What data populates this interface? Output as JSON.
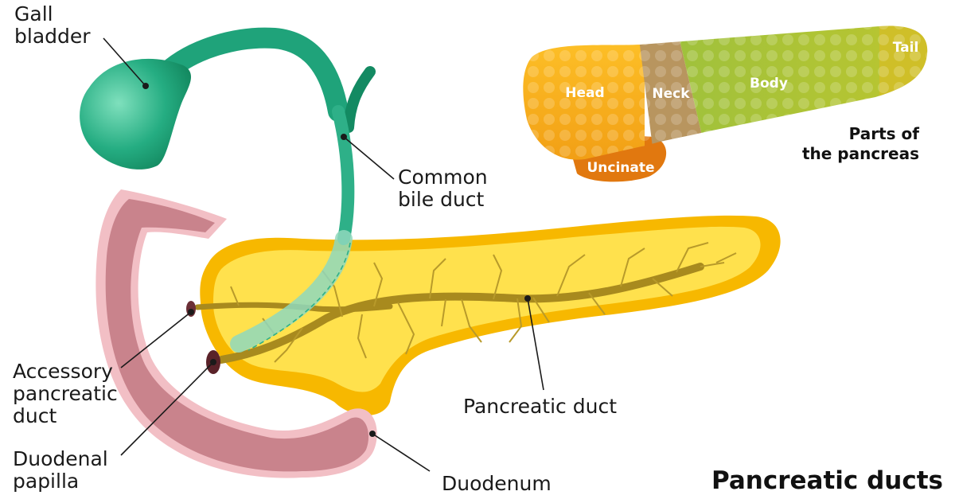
{
  "labels": {
    "gall_bladder": [
      "Gall",
      "bladder"
    ],
    "common_bile_duct": [
      "Common",
      "bile duct"
    ],
    "accessory_pancreatic_duct": [
      "Accessory",
      "pancreatic",
      "duct"
    ],
    "duodenal_papilla": [
      "Duodenal",
      "papilla"
    ],
    "pancreatic_duct": "Pancreatic duct",
    "duodenum": "Duodenum"
  },
  "parts_inset": {
    "heading": [
      "Parts of",
      "the pancreas"
    ],
    "head": "Head",
    "neck": "Neck",
    "body": "Body",
    "tail": "Tail",
    "uncinate": "Uncinate"
  },
  "title": "Pancreatic ducts",
  "colors": {
    "gallbladder": "#1fa37a",
    "bile_duct": "#5fc7a2",
    "pancreas_outer": "#f7b800",
    "pancreas_inner": "#ffe14d",
    "duct": "#a88a1e",
    "duodenum_outer": "#f2bfc5",
    "duodenum_inner": "#c9838c",
    "head": "#f2a81d",
    "neck": "#b8955f",
    "body": "#a8c33a",
    "tail": "#cfbf28",
    "uncinate": "#e1780f"
  }
}
